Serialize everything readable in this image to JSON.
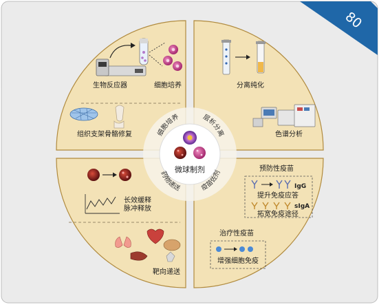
{
  "page_number": "80",
  "center_title": "微球制剂",
  "ring_labels": {
    "top_left": "细胞培养",
    "top_right": "层析分离",
    "bottom_left": "药物递送",
    "bottom_right": "疫苗佐剂"
  },
  "top_left": {
    "bioreactor": "生物反应器",
    "cell_culture": "细胞培养",
    "scaffold": "组织支架骨骼修复"
  },
  "top_right": {
    "separation": "分离纯化",
    "chromatography": "色谱分析"
  },
  "bottom_left": {
    "sustained_line1": "长效缓释",
    "sustained_line2": "脉冲释放",
    "targeted": "靶向递送"
  },
  "bottom_right": {
    "preventive_title": "预防性疫苗",
    "igg": "IgG",
    "boost_immune": "提升免疫应答",
    "siga": "sIgA",
    "broaden_route": "拓宽免疫途径",
    "therapeutic_title": "治疗性疫苗",
    "enhance_cellular": "增强细胞免疫"
  },
  "colors": {
    "quadrant_fill": "#f3e2b6",
    "quadrant_stroke": "#b08a3e",
    "background": "#ebebeb",
    "corner": "#1f67a8",
    "text": "#222222"
  }
}
